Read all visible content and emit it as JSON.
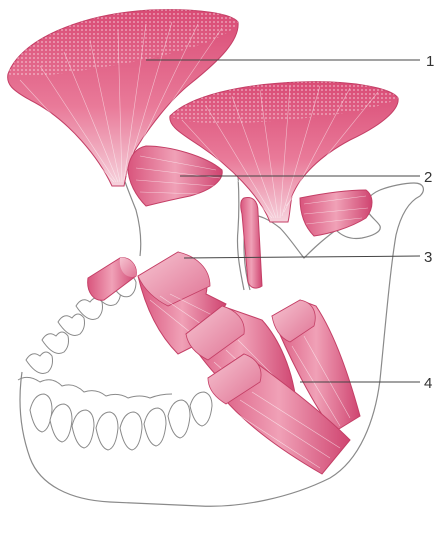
{
  "labels": {
    "l1": "1",
    "l2": "2",
    "l3": "3",
    "l4": "4"
  },
  "colors": {
    "muscle": "#e46a8c",
    "muscle_dark": "#c43f66",
    "muscle_light": "#f4b8c8",
    "bone_outline": "#8a8a8a",
    "leader_line": "#444444"
  }
}
